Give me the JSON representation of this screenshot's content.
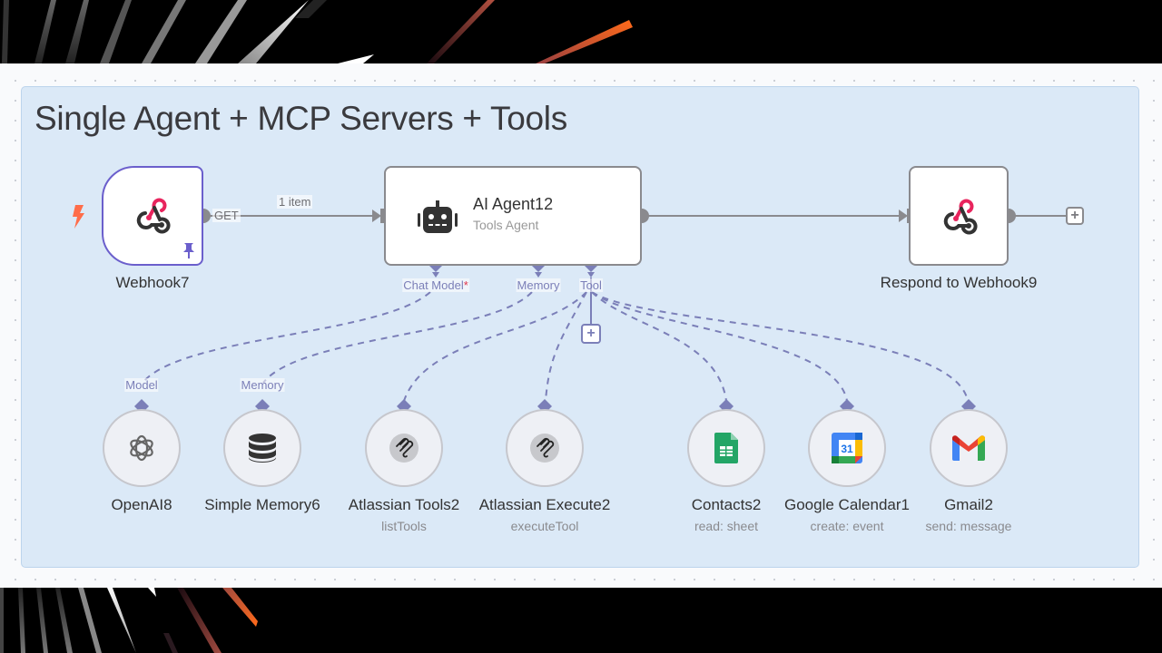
{
  "canvas": {
    "sticky_note": {
      "title": "Single Agent + MCP Servers + Tools"
    }
  },
  "colors": {
    "sticky_bg": "#dbe9f7",
    "trigger_border": "#6b5fcc",
    "sub_connection": "#7b7fb8",
    "main_connection": "#8a8a8e",
    "required_marker": "#e0354b",
    "trigger_bolt": "#ff6d4a",
    "accent_orange": "#ff6a1a"
  },
  "nodes": {
    "webhook": {
      "name": "Webhook7",
      "output_label": "GET",
      "icon": "webhook-icon",
      "pinned": true,
      "trigger": true
    },
    "agent": {
      "name": "AI Agent12",
      "subtitle": "Tools Agent",
      "icon": "robot-icon"
    },
    "respond": {
      "name": "Respond to Webhook9",
      "icon": "webhook-icon"
    }
  },
  "connections": {
    "webhook_to_agent": {
      "label": "1 item"
    }
  },
  "agent_ports": [
    {
      "label": "Chat Model",
      "required": "*"
    },
    {
      "label": "Memory",
      "required": ""
    },
    {
      "label": "Tool",
      "required": ""
    }
  ],
  "sub_nodes": [
    {
      "name": "OpenAI8",
      "subtitle": "",
      "port_label": "Model",
      "icon": "openai-icon"
    },
    {
      "name": "Simple Memory6",
      "subtitle": "",
      "port_label": "Memory",
      "icon": "database-icon"
    },
    {
      "name": "Atlassian Tools2",
      "subtitle": "listTools",
      "port_label": "",
      "icon": "mcp-icon"
    },
    {
      "name": "Atlassian Execute2",
      "subtitle": "executeTool",
      "port_label": "",
      "icon": "mcp-icon"
    },
    {
      "name": "Contacts2",
      "subtitle": "read: sheet",
      "port_label": "",
      "icon": "google-sheets-icon"
    },
    {
      "name": "Google Calendar1",
      "subtitle": "create: event",
      "port_label": "",
      "icon": "google-calendar-icon"
    },
    {
      "name": "Gmail2",
      "subtitle": "send: message",
      "port_label": "",
      "icon": "gmail-icon"
    }
  ],
  "calendar_day": "31"
}
